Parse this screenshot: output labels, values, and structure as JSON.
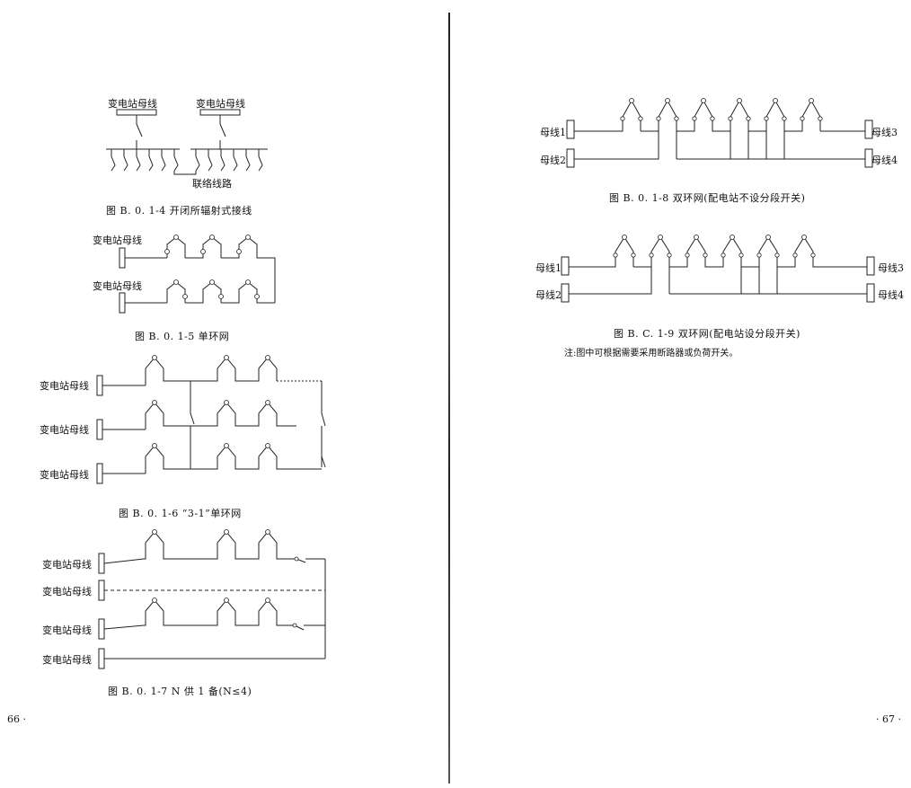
{
  "left_page": {
    "page_number": "66 ·",
    "fig4": {
      "bus_label_1": "变电站母线",
      "bus_label_2": "变电站母线",
      "link_label": "联络线路",
      "caption": "图 B. 0. 1-4   开闭所辐射式接线"
    },
    "fig5": {
      "bus_label_1": "变电站母线",
      "bus_label_2": "变电站母线",
      "caption": "图 B. 0. 1-5    单环网"
    },
    "fig6": {
      "bus_label_1": "变电站母线",
      "bus_label_2": "变电站母线",
      "bus_label_3": "变电站母线",
      "caption": "图 B. 0. 1-6   “3-1”单环网"
    },
    "fig7": {
      "bus_label_1": "变电站母线",
      "bus_label_2": "变电站母线",
      "bus_label_3": "变电站母线",
      "bus_label_4": "变电站母线",
      "caption": "图 B. 0. 1-7    N 供 1 备(N≤4)"
    }
  },
  "right_page": {
    "page_number": "· 67 ·",
    "fig8": {
      "bus_1": "母线1",
      "bus_2": "母线2",
      "bus_3": "母线3",
      "bus_4": "母线4",
      "caption": "图 B. 0. 1-8    双环网(配电站不设分段开关)"
    },
    "fig9": {
      "bus_1": "母线1",
      "bus_2": "母线2",
      "bus_3": "母线3",
      "bus_4": "母线4",
      "caption": "图 B. C. 1-9    双环网(配电站设分段开关)"
    },
    "note": "注:图中可根据需要采用断路器或负荷开关。"
  }
}
